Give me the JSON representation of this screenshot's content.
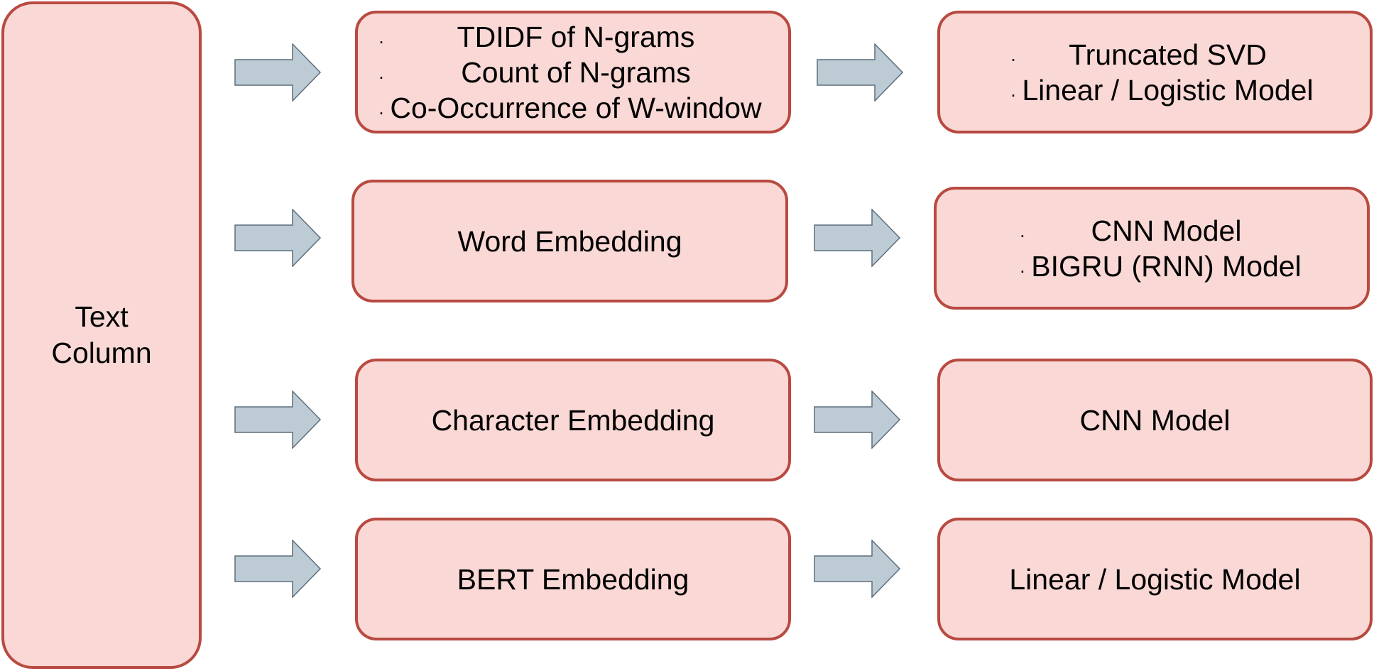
{
  "source": {
    "label": "Text Column"
  },
  "rows": [
    {
      "features": [
        "TDIDF of N-grams",
        "Count of N-grams",
        "Co-Occurrence of W-window"
      ],
      "models": [
        "Truncated SVD",
        "Linear / Logistic Model"
      ]
    },
    {
      "feature": "Word Embedding",
      "models": [
        "CNN Model",
        "BIGRU (RNN) Model"
      ]
    },
    {
      "feature": "Character Embedding",
      "model": "CNN Model"
    },
    {
      "feature": "BERT Embedding",
      "model": "Linear / Logistic Model"
    }
  ],
  "bullet": ".",
  "colors": {
    "box_fill": "#f9d8d5",
    "box_border": "#b84a41",
    "arrow_fill": "#bdcbd5",
    "arrow_stroke": "#5d6e7c"
  }
}
